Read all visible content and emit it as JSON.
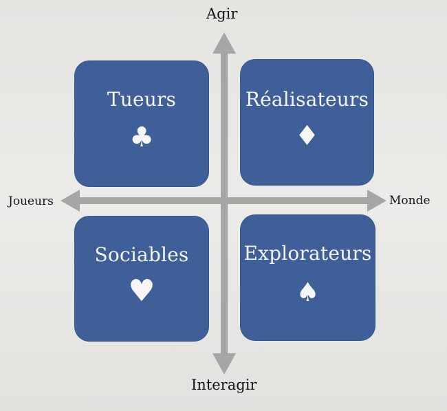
{
  "axes": {
    "top": "Agir",
    "bottom": "Interagir",
    "left": "Joueurs",
    "right": "Monde"
  },
  "quadrants": {
    "top_left": {
      "label": "Tueurs",
      "icon": "club-icon",
      "glyph": "♣"
    },
    "top_right": {
      "label": "Réalisateurs",
      "icon": "diamond-icon",
      "glyph": "♦"
    },
    "bottom_left": {
      "label": "Sociables",
      "icon": "heart-icon",
      "glyph": "♥"
    },
    "bottom_right": {
      "label": "Explorateurs",
      "icon": "spade-icon",
      "glyph": "♠"
    }
  },
  "colors": {
    "quadrant_fill": "#3f5f98",
    "axis": "#a7a6a4",
    "page": "#e9e7e4",
    "text": "#141414"
  }
}
